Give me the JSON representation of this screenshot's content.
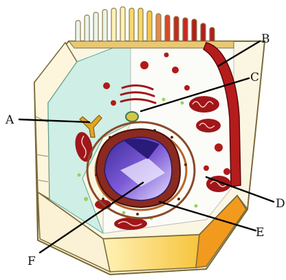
{
  "labels": {
    "A": "A",
    "B": "B",
    "C": "C",
    "D": "D",
    "E": "E",
    "F": "F"
  },
  "colors": {
    "cytoplasm_teal": "#cfeee6",
    "cytoplasm_white": "#fbfcf8",
    "outer_face": "#fbf6e2",
    "membrane_red": "#b51c1c",
    "membrane_yellow": "#f4c84a",
    "membrane_orange": "#f29a1e",
    "nucleus_purple": "#6a4ec8",
    "organelle_red": "#a0161a",
    "leader_line": "#000000"
  }
}
